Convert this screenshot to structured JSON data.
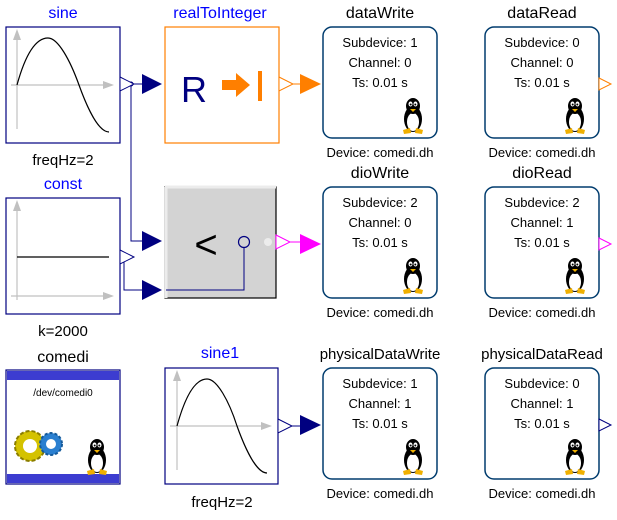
{
  "blocks": {
    "sine": {
      "name": "sine",
      "param": "freqHz=2"
    },
    "const": {
      "name": "const",
      "param": "k=2000"
    },
    "comedi": {
      "name": "comedi",
      "device": "/dev/comedi0"
    },
    "sine1": {
      "name": "sine1",
      "param": "freqHz=2"
    },
    "realToInteger": {
      "name": "realToInteger",
      "glyph_r": "R"
    },
    "less": {
      "glyph": "<"
    }
  },
  "io_blocks": [
    {
      "id": "dataWrite",
      "name": "dataWrite",
      "subdevice": "Subdevice: 1",
      "channel": "Channel: 0",
      "ts": "Ts: 0.01 s",
      "device": "Device: comedi.dh"
    },
    {
      "id": "dataRead",
      "name": "dataRead",
      "subdevice": "Subdevice: 0",
      "channel": "Channel: 0",
      "ts": "Ts: 0.01 s",
      "device": "Device: comedi.dh"
    },
    {
      "id": "dioWrite",
      "name": "dioWrite",
      "subdevice": "Subdevice: 2",
      "channel": "Channel: 0",
      "ts": "Ts: 0.01 s",
      "device": "Device: comedi.dh"
    },
    {
      "id": "dioRead",
      "name": "dioRead",
      "subdevice": "Subdevice: 2",
      "channel": "Channel: 1",
      "ts": "Ts: 0.01 s",
      "device": "Device: comedi.dh"
    },
    {
      "id": "physicalDataWrite",
      "name": "physicalDataWrite",
      "subdevice": "Subdevice: 1",
      "channel": "Channel: 1",
      "ts": "Ts: 0.01 s",
      "device": "Device: comedi.dh"
    },
    {
      "id": "physicalDataRead",
      "name": "physicalDataRead",
      "subdevice": "Subdevice: 0",
      "channel": "Channel: 1",
      "ts": "Ts: 0.01 s",
      "device": "Device: comedi.dh"
    }
  ],
  "colors": {
    "real_connector": "#000080",
    "integer_connector": "#ff7f00",
    "boolean_connector": "#ff00ff",
    "block_name_blue": "#0000ff",
    "block_border_dark": "#003c6e",
    "comedi_bar": "#3c3cd0"
  }
}
